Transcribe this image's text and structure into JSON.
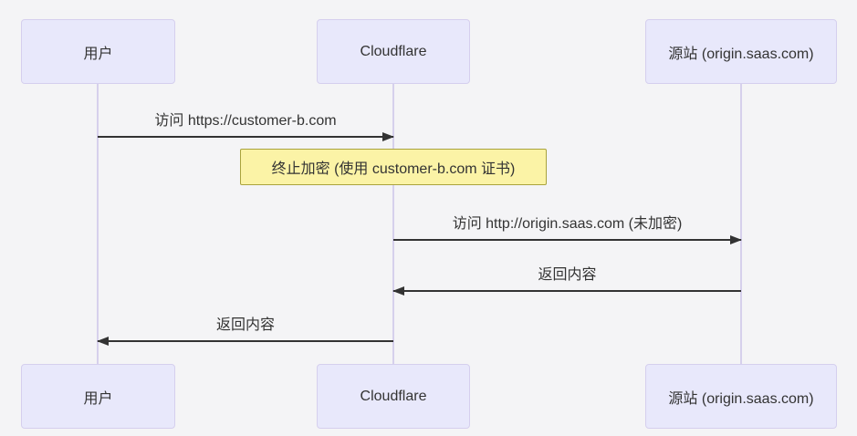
{
  "diagram": {
    "type": "sequence",
    "actors": [
      {
        "id": "user",
        "label": "用户"
      },
      {
        "id": "cloudflare",
        "label": "Cloudflare"
      },
      {
        "id": "origin",
        "label": "源站 (origin.saas.com)"
      }
    ],
    "messages": [
      {
        "from": "user",
        "to": "cloudflare",
        "direction": "right",
        "label": "访问 https://customer-b.com"
      },
      {
        "from": "cloudflare",
        "to": "origin",
        "direction": "right",
        "label": "访问 http://origin.saas.com (未加密)"
      },
      {
        "from": "origin",
        "to": "cloudflare",
        "direction": "left",
        "label": "返回内容"
      },
      {
        "from": "cloudflare",
        "to": "user",
        "direction": "left",
        "label": "返回内容"
      }
    ],
    "note": {
      "over": "cloudflare",
      "label": "终止加密 (使用 customer-b.com 证书)"
    },
    "colors": {
      "background": "#f4f4f6",
      "actor_fill": "#e8e8fb",
      "actor_border": "#d5cfee",
      "lifeline": "#d6d0ec",
      "arrow": "#333333",
      "text": "#333333",
      "note_fill": "#fbf3a6",
      "note_border": "#a9a33d"
    }
  }
}
